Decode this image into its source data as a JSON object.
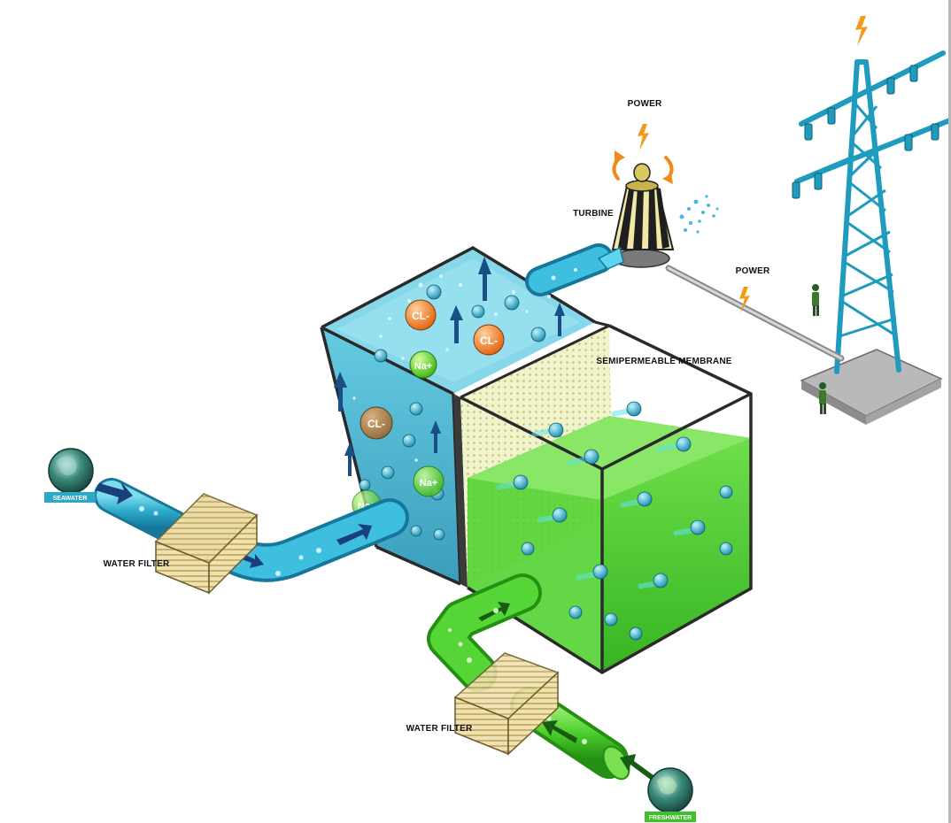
{
  "labels": {
    "power_top": "POWER",
    "turbine": "TURBINE",
    "power_line": "POWER",
    "membrane": "SEMIPERMEABLE MEMBRANE",
    "filter_left": "WATER FILTER",
    "filter_bottom": "WATER FILTER"
  },
  "badges": {
    "seawater": "SEAWATER",
    "freshwater": "FRESHWATER"
  },
  "ions": [
    "CL-",
    "CL-",
    "Na+",
    "CL-",
    "Na+",
    "Na+"
  ],
  "colors": {
    "salt_tank": "#3fb6d4",
    "fresh_tank": "#3fcf2f",
    "salt_pipe": "#2aa9c9",
    "fresh_pipe": "#4ccf2c",
    "tower": "#1e9bbd",
    "chloride_ion": "#f07a1c",
    "sodium_ion": "#5ad11e",
    "filter": "#e7d59b",
    "outline": "#2a2a2a"
  },
  "icons": [
    "globe-icon",
    "lightning-bolt-icon",
    "rotation-arrows-icon",
    "turbine-icon",
    "water-spray-icon",
    "transmission-tower-icon",
    "person-icon",
    "flow-arrow-icon"
  ]
}
